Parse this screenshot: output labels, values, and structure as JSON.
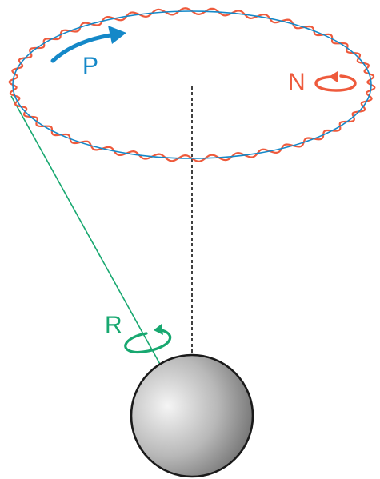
{
  "labels": {
    "precession": "P",
    "nutation": "N",
    "rotation": "R"
  },
  "colors": {
    "precession": "#1488c8",
    "nutation": "#ee5a3c",
    "rotation": "#18a870",
    "axis": "#111111",
    "sphere_outline": "#1a1a1a",
    "sphere_light": "#f5f5f5",
    "sphere_dark": "#707070"
  },
  "nutation_wave_count": 42
}
